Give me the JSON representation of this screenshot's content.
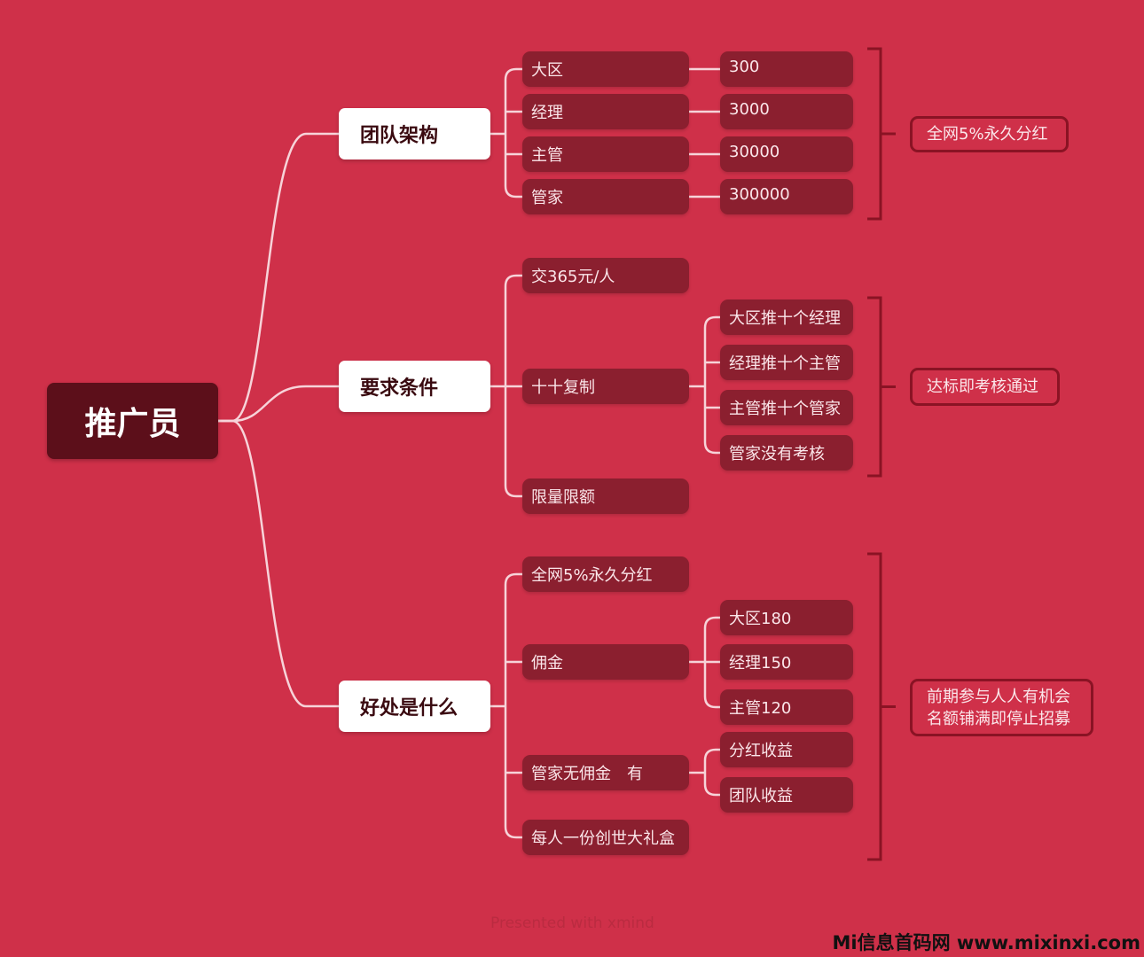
{
  "root": "推广员",
  "colors": {
    "background": "#cf3049",
    "node": "#8b1f2f",
    "root": "#5c0f1a",
    "bracket": "#8a1324"
  },
  "branches": [
    {
      "label": "团队架构",
      "children": [
        {
          "label": "大区",
          "children": [
            "300"
          ]
        },
        {
          "label": "经理",
          "children": [
            "3000"
          ]
        },
        {
          "label": "主管",
          "children": [
            "30000"
          ]
        },
        {
          "label": "管家",
          "children": [
            "300000"
          ]
        }
      ],
      "summary": [
        "全网5%永久分红"
      ]
    },
    {
      "label": "要求条件",
      "children": [
        {
          "label": "交365元/人",
          "children": []
        },
        {
          "label": "十十复制",
          "children": [
            "大区推十个经理",
            "经理推十个主管",
            "主管推十个管家",
            "管家没有考核"
          ]
        },
        {
          "label": "限量限额",
          "children": []
        }
      ],
      "summary": [
        "达标即考核通过"
      ]
    },
    {
      "label": "好处是什么",
      "children": [
        {
          "label": "全网5%永久分红",
          "children": []
        },
        {
          "label": "佣金",
          "children": [
            "大区180",
            "经理150",
            "主管120"
          ]
        },
        {
          "label": "管家无佣金　有",
          "children": [
            "分红收益",
            "团队收益"
          ]
        },
        {
          "label": "每人一份创世大礼盒",
          "children": []
        }
      ],
      "summary": [
        "前期参与人人有机会",
        "名额铺满即停止招募"
      ]
    }
  ],
  "watermark": "Presented with xmind",
  "site_watermark": "Mi信息首码网 www.mixinxi.com"
}
